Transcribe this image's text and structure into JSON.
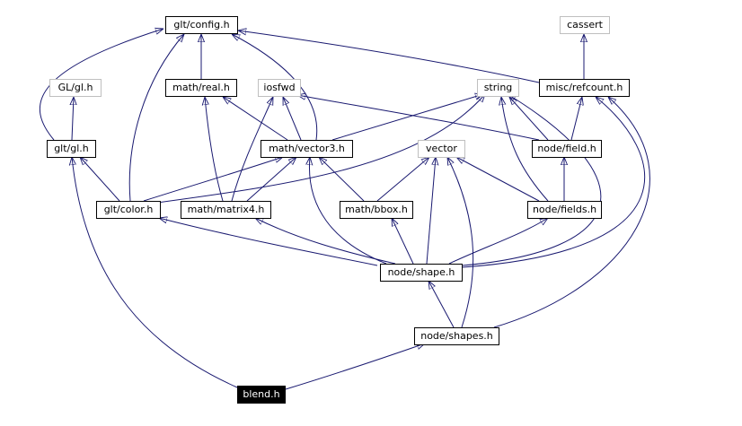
{
  "colors": {
    "edge": "#191970",
    "external_border": "#bfbfbf",
    "root_fill": "#000000"
  },
  "nodes": {
    "glt_config": "glt/config.h",
    "cassert": "cassert",
    "gl_gl": "GL/gl.h",
    "math_real": "math/real.h",
    "iosfwd": "iosfwd",
    "string": "string",
    "misc_refcount": "misc/refcount.h",
    "glt_gl": "glt/gl.h",
    "math_vector3": "math/vector3.h",
    "vector": "vector",
    "node_field": "node/field.h",
    "glt_color": "glt/color.h",
    "math_matrix4": "math/matrix4.h",
    "math_bbox": "math/bbox.h",
    "node_fields": "node/fields.h",
    "node_shape": "node/shape.h",
    "node_shapes": "node/shapes.h",
    "blend": "blend.h"
  }
}
